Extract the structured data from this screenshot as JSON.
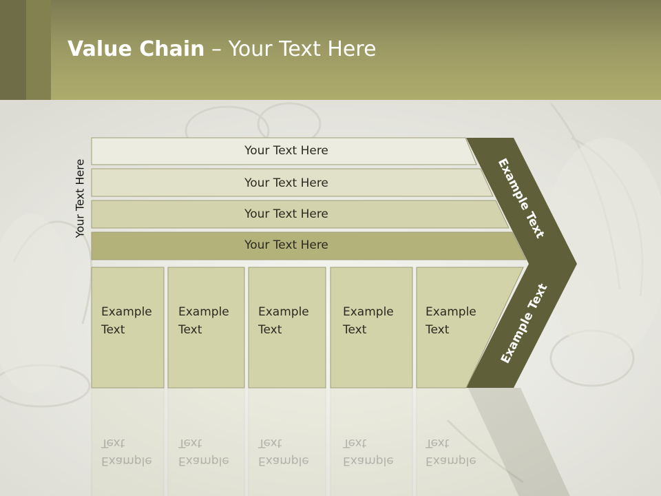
{
  "slide": {
    "title_bold": "Value Chain",
    "title_rest": " – Your Text Here",
    "side_label": "Your Text Here"
  },
  "rows": [
    {
      "label": "Your Text Here",
      "color": "#ecece0"
    },
    {
      "label": "Your Text Here",
      "color": "#e1e1c9"
    },
    {
      "label": "Your Text Here",
      "color": "#d3d3ad"
    },
    {
      "label": "Your Text Here",
      "color": "#b2b27a"
    }
  ],
  "boxes": [
    {
      "line1": "Example",
      "line2": "Text"
    },
    {
      "line1": "Example",
      "line2": "Text"
    },
    {
      "line1": "Example",
      "line2": "Text"
    },
    {
      "line1": "Example",
      "line2": "Text"
    },
    {
      "line1": "Example",
      "line2": "Text"
    }
  ],
  "chevron": {
    "upper_label": "Example Text",
    "lower_label": "Example Text",
    "color": "#5f5f3a"
  },
  "colors": {
    "box_fill": "#d3d3aa",
    "box_stroke": "#9e9e78",
    "header": "#9d9b64"
  }
}
